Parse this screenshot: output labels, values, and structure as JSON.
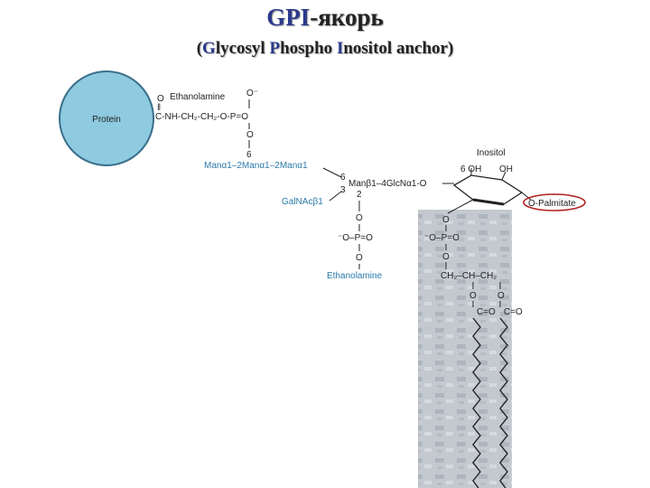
{
  "title": {
    "part1": "GPI",
    "part2": "-якорь"
  },
  "subtitle": {
    "open": "(",
    "g": "G",
    "lycosyl": "lycosyl ",
    "p": "P",
    "hospho": "hospho ",
    "i": "I",
    "nositol": "nositol  anchor)"
  },
  "diagram": {
    "protein": "Protein",
    "ethanolamine_top": "Ethanolamine",
    "carbonyl_o": "O",
    "carbonyl_bond": "‖",
    "linker": "C-NH-CH₂-CH₂-O-P=O",
    "phos_o_minus": "O⁻",
    "phos_o": "O",
    "six_a": "6",
    "mannose_chain": "Manα1–2Manα1–2Manα1",
    "six_b": "6",
    "three": "3",
    "man_glcn": "Manβ1–4GlcNα1-O",
    "two": "2",
    "galnac": "GalNAcβ1",
    "branch_o": "O",
    "branch_p": "⁻O–P=O",
    "branch_o2": "O",
    "ethanolamine_bottom": "Ethanolamine",
    "inositol": "Inositol",
    "six_oh": "6  OH",
    "oh": "OH",
    "palmitate": "O-Palmitate",
    "mem_o": "O",
    "mem_p": "⁻O–P=O",
    "mem_o2": "O",
    "glycerol": "CH₂–CH–CH₂",
    "ester_o1": "O",
    "ester_o2": "O",
    "c_eq_o1": "C=O",
    "c_eq_o2": "C=O"
  },
  "colors": {
    "title_accent": "#2b3a8c",
    "protein_fill": "#8ecae0",
    "blue_label": "#2a7aaa",
    "palmitate_ring": "#b02020",
    "membrane": "#c9ced4"
  }
}
